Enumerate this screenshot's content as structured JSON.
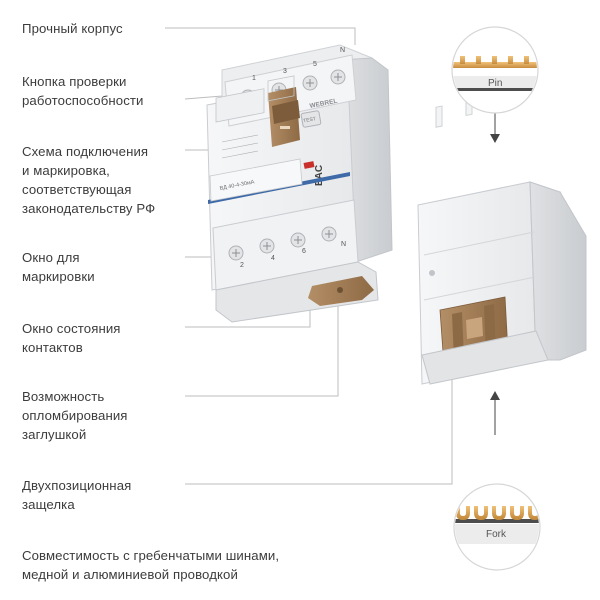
{
  "callouts": [
    {
      "text": "Прочный корпус"
    },
    {
      "text": "Кнопка проверки\nработоспособности"
    },
    {
      "text": "Схема подключения\nи маркировка,\nсоответствующая\nзаконодательству РФ"
    },
    {
      "text": "Окно для\nмаркировки"
    },
    {
      "text": "Окно состояния\nконтактов"
    },
    {
      "text": "Возможность\nопломбирования\nзаглушкой"
    },
    {
      "text": "Двухпозиционная\nзащелка"
    },
    {
      "text": "Совместимость с гребенчатыми шинами,\nмедной и алюминиевой проводкой"
    }
  ],
  "device": {
    "brand": "WEBREL",
    "model": "ВД 40-4-30мА",
    "test_button": "TEST",
    "eac": "EAC",
    "terminals_top": [
      "1",
      "3",
      "5",
      "N"
    ],
    "terminals_bottom": [
      "2",
      "4",
      "6",
      "N"
    ]
  },
  "inserts": {
    "pin_label": "Pin",
    "fork_label": "Fork"
  },
  "colors": {
    "accent_brown": "#a17c55",
    "line": "#bdbdbd",
    "body_light": "#f2f3f4",
    "body_shade": "#d9dbdd",
    "stripe_blue": "#3e6aa8",
    "copper": "#d9a85d"
  }
}
